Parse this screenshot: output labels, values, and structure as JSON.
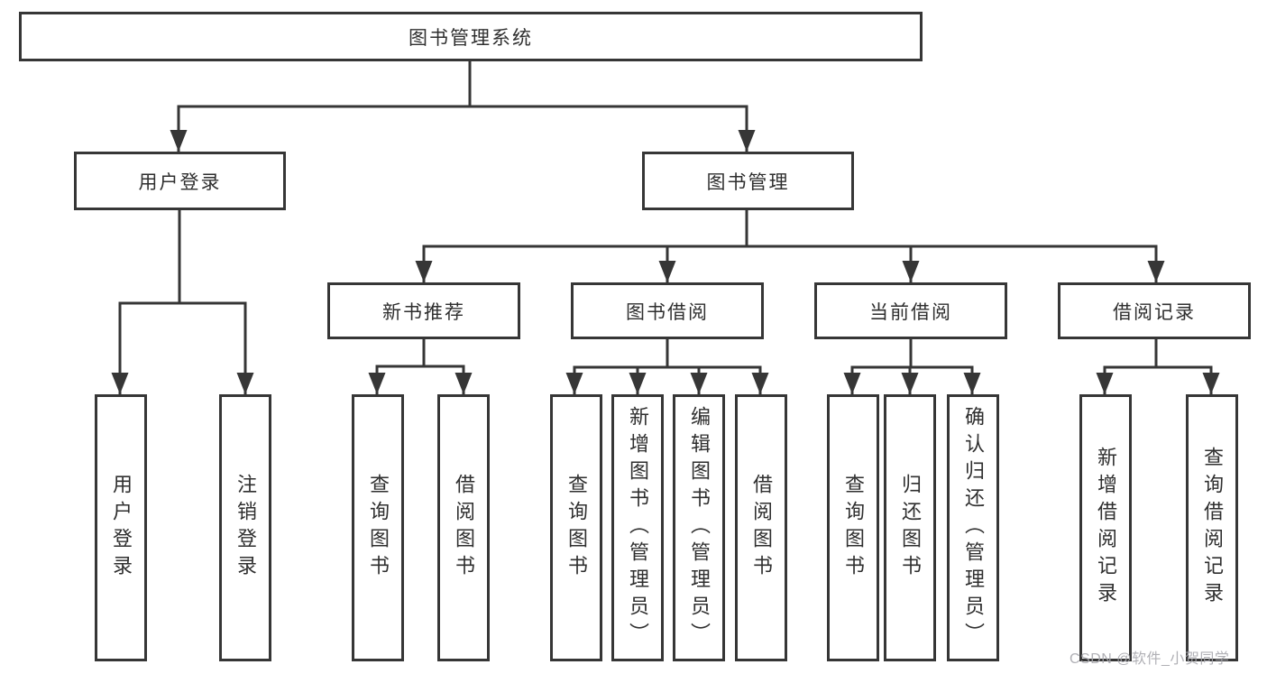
{
  "tree": {
    "label": "图书管理系统",
    "children": [
      {
        "label": "用户登录",
        "children": [
          {
            "label": "用户登录"
          },
          {
            "label": "注销登录"
          }
        ]
      },
      {
        "label": "图书管理",
        "children": [
          {
            "label": "新书推荐",
            "children": [
              {
                "label": "查询图书"
              },
              {
                "label": "借阅图书"
              }
            ]
          },
          {
            "label": "图书借阅",
            "children": [
              {
                "label": "查询图书"
              },
              {
                "label": "新增图书（管理员）"
              },
              {
                "label": "编辑图书（管理员）"
              },
              {
                "label": "借阅图书"
              }
            ]
          },
          {
            "label": "当前借阅",
            "children": [
              {
                "label": "查询图书"
              },
              {
                "label": "归还图书"
              },
              {
                "label": "确认归还（管理员）"
              }
            ]
          },
          {
            "label": "借阅记录",
            "children": [
              {
                "label": "新增借阅记录"
              },
              {
                "label": "查询借阅记录"
              }
            ]
          }
        ]
      }
    ]
  },
  "watermark": {
    "text": "CSDN @软件_小贺同学"
  },
  "colors": {
    "line": "#363636",
    "box_border": "#363636",
    "text": "#2f2f2f",
    "watermark": "#a8a8ae",
    "background": "#ffffff"
  }
}
